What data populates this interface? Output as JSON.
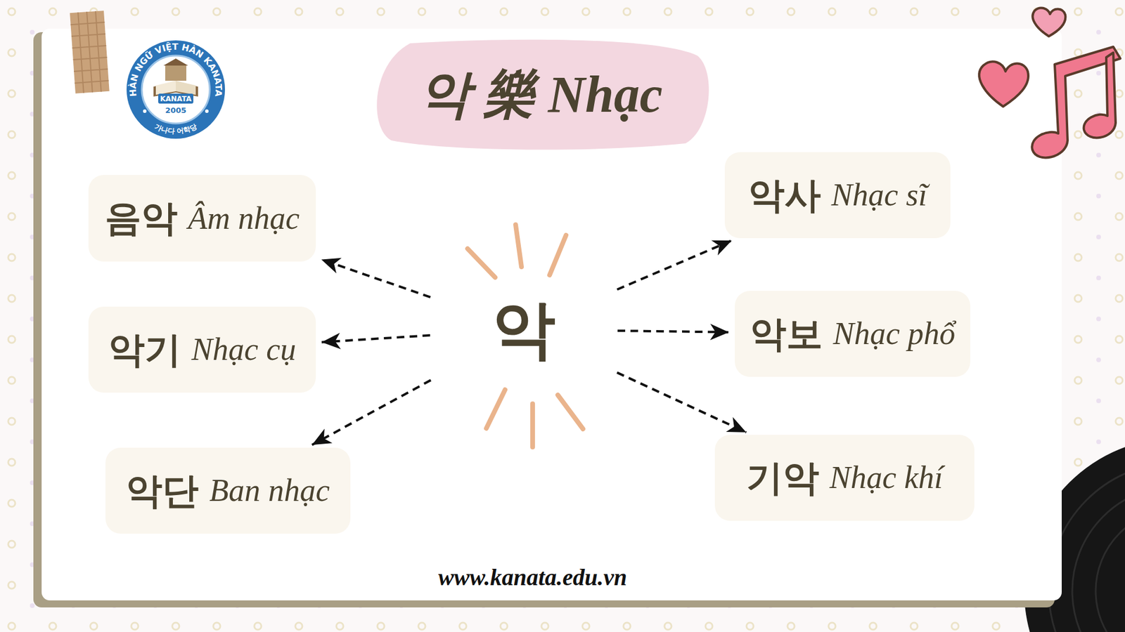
{
  "diagram": {
    "title": "악 樂 Nhạc",
    "nodes": [
      {
        "text": [
          "음악",
          "Âm nhạc"
        ]
      },
      {
        "text": [
          "악사",
          "Nhạc sĩ"
        ]
      },
      {
        "text": [
          "악기",
          "Nhạc cụ"
        ]
      },
      {
        "text": [
          "악"
        ]
      },
      {
        "text": [
          "악보",
          "Nhạc phổ"
        ]
      },
      {
        "text": [
          "악단",
          "Ban nhạc"
        ]
      },
      {
        "text": [
          "기악",
          "Nhạc khí"
        ]
      }
    ],
    "edges": [
      {
        "from": 3,
        "to": 0,
        "arrow": "to"
      },
      {
        "from": 3,
        "to": 1,
        "arrow": "to"
      },
      {
        "from": 3,
        "to": 2,
        "arrow": "to"
      },
      {
        "from": 3,
        "to": 4,
        "arrow": "to"
      },
      {
        "from": 3,
        "to": 5,
        "arrow": "to"
      },
      {
        "from": 3,
        "to": 6,
        "arrow": "to"
      }
    ],
    "labels": [
      "HÀN NGỮ VIỆT HÀN KANATA",
      "KANATA",
      "2005",
      "가나다 어학당",
      "www.kanata.edu.vn"
    ]
  }
}
